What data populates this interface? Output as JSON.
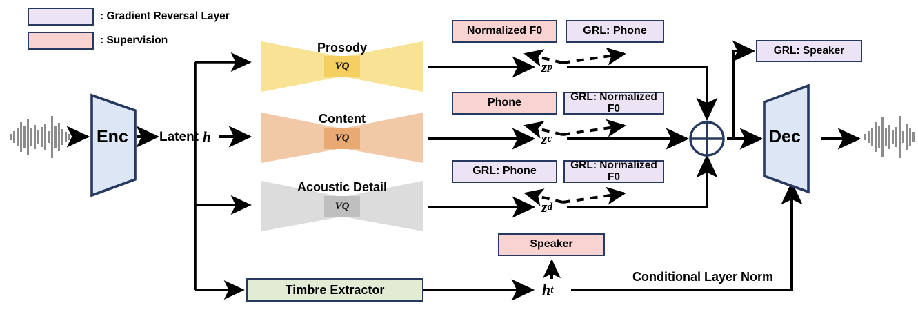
{
  "legend": {
    "items": [
      {
        "label": ": Gradient Reversal Layer",
        "color": "#ece3f5",
        "swatch_name": "grl-swatch"
      },
      {
        "label": ": Supervision",
        "color": "#f9d2d2",
        "swatch_name": "supervision-swatch"
      }
    ]
  },
  "colors": {
    "border": "#27395e",
    "grl_fill": "#ece3f5",
    "supervision_fill": "#f9d2d2",
    "enc_fill": "#dce6f4",
    "dec_fill": "#dce6f4",
    "prosody_card": "#fdf6e0",
    "prosody_shape": "#f8e294",
    "prosody_vq": "#f5cf5f",
    "content_card": "#fbeade",
    "content_shape": "#f2c9a6",
    "content_vq": "#e8a973",
    "acoustic_card": "#f2f2f2",
    "acoustic_shape": "#dcdcdc",
    "acoustic_vq": "#bfbfbf",
    "timbre_fill": "#e2ecd4",
    "wave": "#8c8c8c",
    "line": "#000000"
  },
  "input": {
    "icon": "waveform-icon"
  },
  "output": {
    "icon": "waveform-icon"
  },
  "encoder": {
    "label": "Enc"
  },
  "decoder": {
    "label": "Dec"
  },
  "latent": {
    "label": "Latent",
    "var": "h"
  },
  "modules": [
    {
      "id": "prosody",
      "title": "Prosody",
      "vq": "VQ"
    },
    {
      "id": "content",
      "title": "Content",
      "vq": "VQ"
    },
    {
      "id": "acoustic",
      "title": "Acoustic Detail",
      "vq": "VQ"
    },
    {
      "id": "timbre",
      "title": "Timbre Extractor"
    }
  ],
  "branches": [
    {
      "id": "prosody",
      "z_base": "z",
      "z_sub": "p",
      "left_box": {
        "text": "Normalized F0",
        "kind": "supervision"
      },
      "right_box": {
        "text": "GRL: Phone",
        "kind": "grl"
      }
    },
    {
      "id": "content",
      "z_base": "z",
      "z_sub": "c",
      "left_box": {
        "text": "Phone",
        "kind": "supervision"
      },
      "right_box": {
        "text": "GRL: Normalized F0",
        "kind": "grl"
      }
    },
    {
      "id": "acoustic",
      "z_base": "z",
      "z_sub": "d",
      "left_box": {
        "text": "GRL: Phone",
        "kind": "grl"
      },
      "right_box": {
        "text": "GRL: Normalized F0",
        "kind": "grl"
      }
    }
  ],
  "timbre_branch": {
    "h_base": "h",
    "h_sub": "t",
    "speaker_box": {
      "text": "Speaker",
      "kind": "supervision"
    },
    "conditioning_label": "Conditional Layer Norm"
  },
  "speaker_grl": {
    "text": "GRL: Speaker",
    "kind": "grl"
  },
  "sum_node": {
    "symbol": "+",
    "name": "sum-node"
  }
}
